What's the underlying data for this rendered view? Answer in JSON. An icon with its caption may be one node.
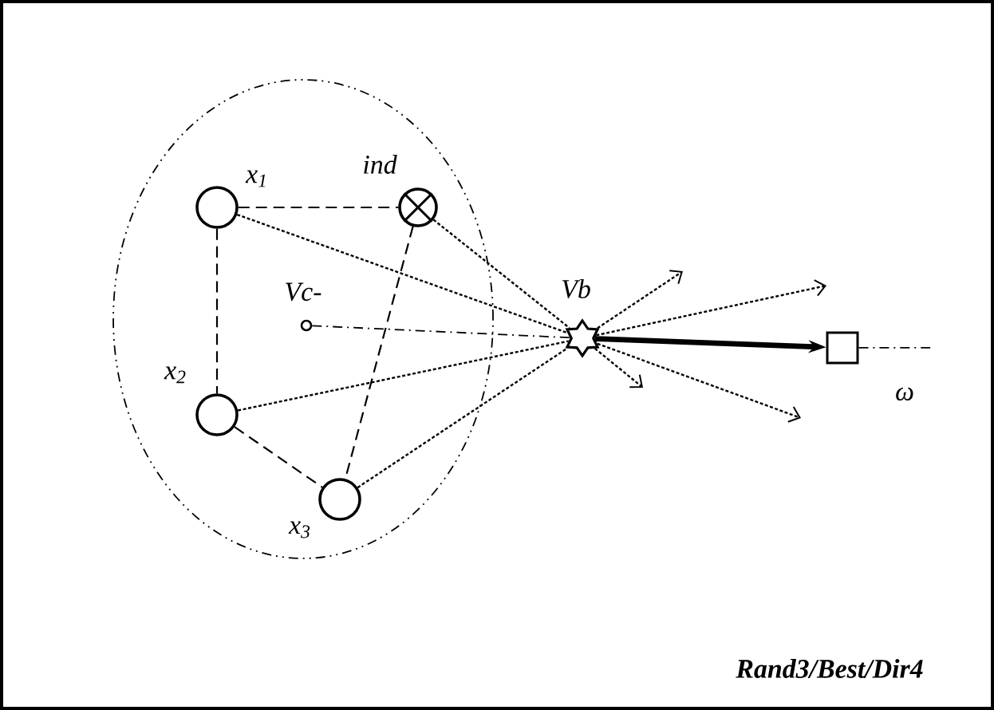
{
  "diagram": {
    "nodes": [
      {
        "text": [],
        "shape": "ellipse"
      },
      {
        "text": [
          "x$_{1}$"
        ],
        "in": 0
      },
      {
        "text": [
          "ind"
        ],
        "in": 0
      },
      {
        "text": [
          "Vc-"
        ],
        "in": 0
      },
      {
        "text": [
          "x$_{2}$"
        ],
        "in": 0
      },
      {
        "text": [
          "x$_{3}$"
        ],
        "in": 0
      },
      {
        "text": [
          "Vb"
        ]
      },
      {
        "text": [],
        "shape": "box"
      }
    ],
    "edges": [
      {
        "from": 1,
        "to": 2,
        "arrow": "none",
        "style": "dashed"
      },
      {
        "from": 1,
        "to": 4,
        "arrow": "none",
        "style": "dashed"
      },
      {
        "from": 4,
        "to": 5,
        "arrow": "none",
        "style": "dashed"
      },
      {
        "from": 2,
        "to": 5,
        "arrow": "none",
        "style": "dashed"
      },
      {
        "from": 1,
        "to": 6,
        "arrow": "none",
        "style": "dashed"
      },
      {
        "from": 2,
        "to": 6,
        "arrow": "none",
        "style": "dashed"
      },
      {
        "from": 4,
        "to": 6,
        "arrow": "none",
        "style": "dashed"
      },
      {
        "from": 5,
        "to": 6,
        "arrow": "none",
        "style": "dashed"
      },
      {
        "from": 3,
        "to": 6,
        "arrow": "none",
        "style": "dashed"
      },
      {
        "from": 6,
        "to": 7,
        "arrow": "to",
        "style": "thick"
      },
      {
        "from": 6,
        "to": null,
        "arrow": "to",
        "style": "dashed"
      },
      {
        "from": 6,
        "to": null,
        "arrow": "to",
        "style": "dashed"
      },
      {
        "from": 6,
        "to": null,
        "arrow": "to",
        "style": "dashed"
      },
      {
        "from": 6,
        "to": null,
        "arrow": "to",
        "style": "dashed"
      },
      {
        "from": 7,
        "to": null,
        "arrow": "none",
        "style": "dashed"
      }
    ],
    "labels": [
      "ω",
      "Rand3/Best/Dir4"
    ]
  }
}
